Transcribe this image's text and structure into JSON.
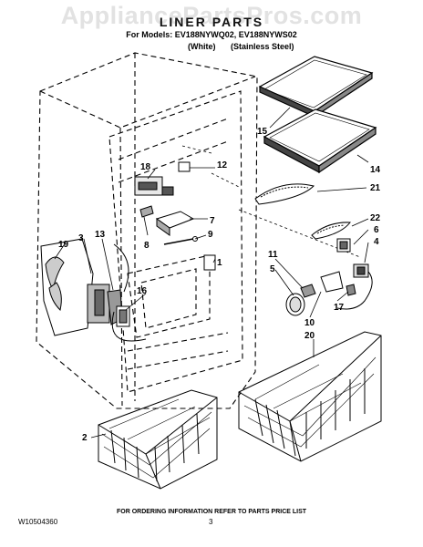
{
  "watermark": "AppliancePartsPros.com",
  "header": {
    "title": "LINER PARTS",
    "models_line": "For Models: EV188NYWQ02, EV188NYWS02",
    "finish_1": "(White)",
    "finish_2": "(Stainless Steel)"
  },
  "callouts": [
    "15",
    "14",
    "18",
    "12",
    "21",
    "7",
    "22",
    "6",
    "4",
    "9",
    "8",
    "1",
    "19",
    "3",
    "13",
    "11",
    "5",
    "16",
    "10",
    "17",
    "20",
    "2"
  ],
  "footer": {
    "note": "FOR ORDERING INFORMATION REFER TO PARTS PRICE LIST",
    "doc_number": "W10504360",
    "page_number": "3"
  }
}
